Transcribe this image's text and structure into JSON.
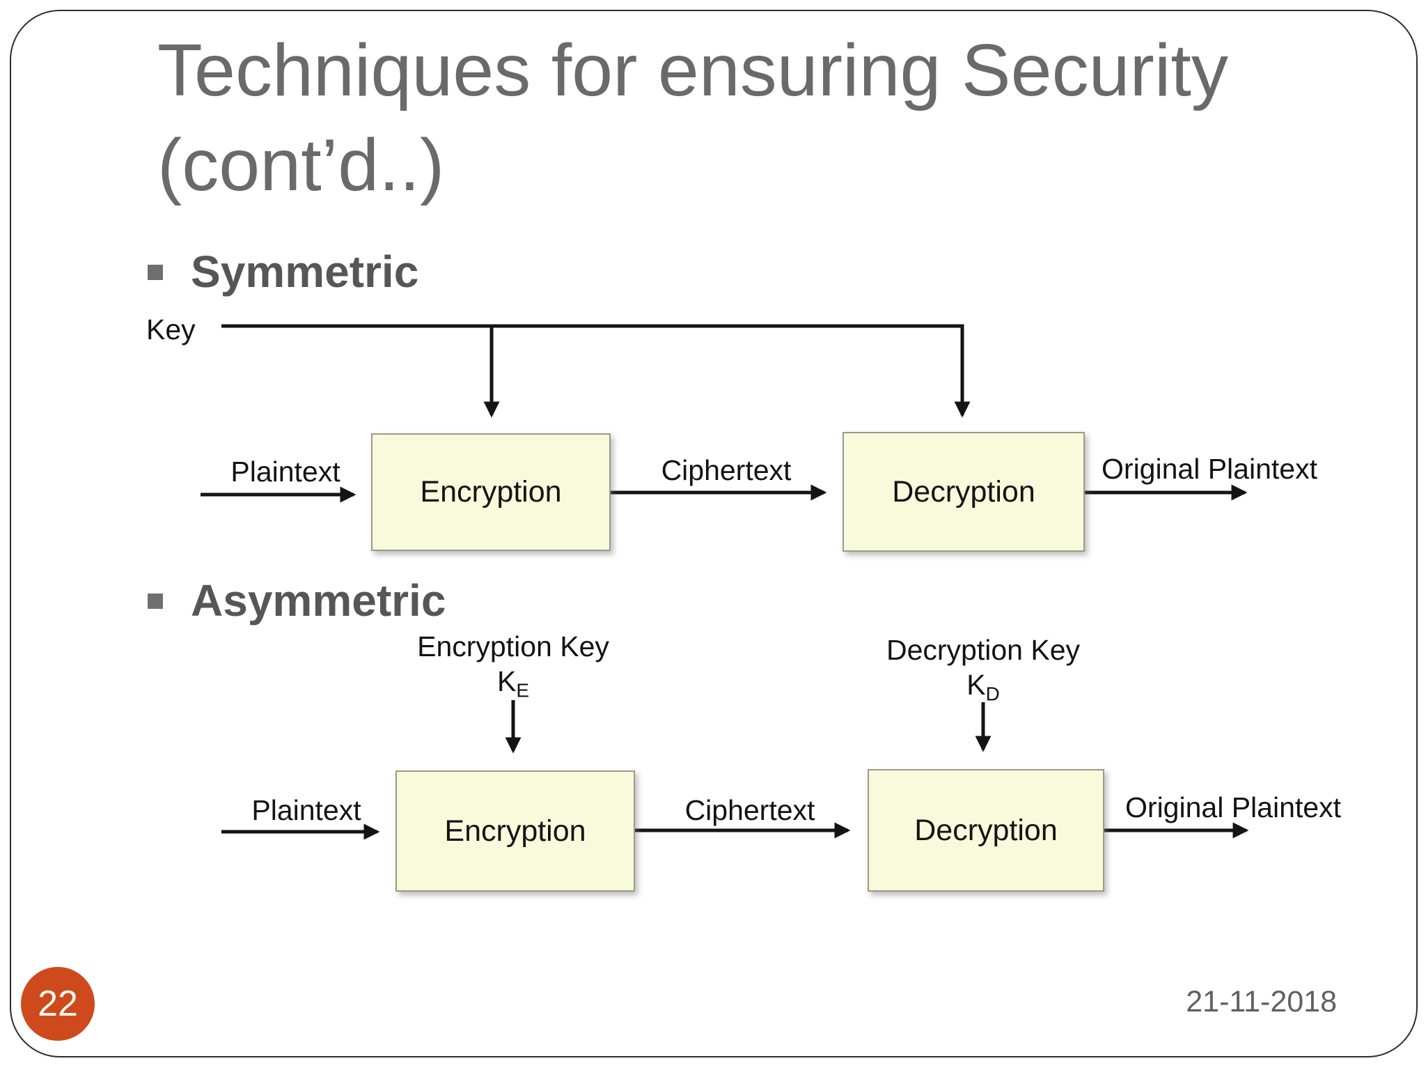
{
  "slide": {
    "title_line1": "Techniques for ensuring Security",
    "title_line2": "(cont’d..)",
    "page_number": "22",
    "date": "21-11-2018"
  },
  "colors": {
    "page_badge_orange": "#CE4A1C",
    "box_fill_yellow": "#F9F9DC",
    "box_border": "#9B9B86",
    "title_gray": "#6A6A6A",
    "heading_gray": "#565656",
    "line_black": "#141414"
  },
  "symmetric": {
    "heading": "Symmetric",
    "bullet_icon": "square-bullet",
    "key_label": "Key",
    "boxes": {
      "encryption": "Encryption",
      "decryption": "Decryption"
    },
    "labels": {
      "input": "Plaintext",
      "middle": "Ciphertext",
      "output": "Original Plaintext"
    }
  },
  "asymmetric": {
    "heading": "Asymmetric",
    "bullet_icon": "square-bullet",
    "encryption_key": {
      "caption": "Encryption Key",
      "symbol": "K",
      "subscript": "E"
    },
    "decryption_key": {
      "caption": "Decryption Key",
      "symbol": "K",
      "subscript": "D"
    },
    "boxes": {
      "encryption": "Encryption",
      "decryption": "Decryption"
    },
    "labels": {
      "input": "Plaintext",
      "middle": "Ciphertext",
      "output": "Original Plaintext"
    }
  }
}
